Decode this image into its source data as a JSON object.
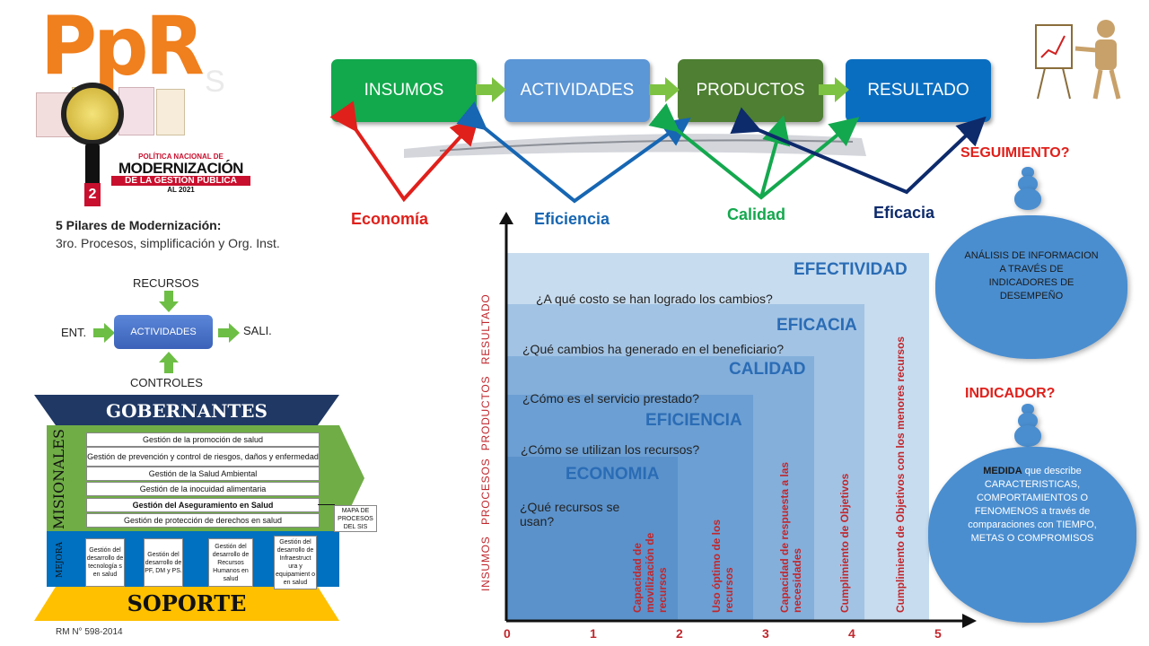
{
  "logo": {
    "text": "PpR",
    "numeral": "2"
  },
  "politica": {
    "line1": "POLÍTICA NACIONAL DE",
    "line2": "MODERNIZACIÓN",
    "line3": "DE LA GESTIÓN PÚBLICA",
    "line4": "AL 2021"
  },
  "pilares": {
    "title": "5 Pilares de Modernización:",
    "subtitle": "3ro. Procesos, simplificación y Org. Inst."
  },
  "process_mini": {
    "top": "RECURSOS",
    "left": "ENT.",
    "center": "ACTIVIDADES",
    "right": "SALI.",
    "bottom": "CONTROLES"
  },
  "org_map": {
    "top": "GOBERNANTES",
    "side_left": "MISIONALES",
    "mejora": "MEJORA",
    "rows": [
      "Gestión de la promoción de salud",
      "Gestión de prevención y control de riesgos, daños y enfermedad",
      "Gestión de la Salud Ambiental",
      "Gestión de la inocuidad alimentaria",
      "Gestión del Aseguramiento en Salud",
      "Gestión de protección de derechos en salud"
    ],
    "support_boxes": [
      "Gestión del desarrollo de tecnología s en salud",
      "Gestión del desarrollo de PF, DM y PS.",
      "Gestión del desarrollo de Recursos Humanos en salud",
      "Gestión del desarrollo de Infraestruct ura y equipamient o en salud"
    ],
    "callout": "MAPA DE PROCESOS DEL SIS",
    "bottom": "SOPORTE",
    "ref": "RM N° 598-2014"
  },
  "chain": {
    "boxes": [
      {
        "label": "INSUMOS",
        "color": "#12a84c"
      },
      {
        "label": "ACTIVIDADES",
        "color": "#5b96d6"
      },
      {
        "label": "PRODUCTOS",
        "color": "#4e7f32"
      },
      {
        "label": "RESULTADO",
        "color": "#0a6ec0"
      }
    ],
    "stray": "S"
  },
  "arrows": {
    "economia": "Economía",
    "eficiencia": "Eficiencia",
    "calidad": "Calidad",
    "eficacia": "Eficacia"
  },
  "staircase": {
    "levels": [
      {
        "name": "EFECTIVIDAD",
        "question": "¿A qué costo se han logrado los cambios?"
      },
      {
        "name": "EFICACIA",
        "question": "¿Qué cambios ha generado en el beneficiario?"
      },
      {
        "name": "CALIDAD",
        "question": "¿Cómo es el servicio prestado?"
      },
      {
        "name": "EFICIENCIA",
        "question": "¿Cómo se utilizan los recursos?"
      },
      {
        "name": "ECONOMIA",
        "question": "¿Qué recursos se usan?"
      }
    ],
    "columns": [
      "Capacidad de movilización de recursos",
      "Uso óptimo de los recursos",
      "Capacidad de respuesta a las necesidades",
      "Cumplimiento de Objetivos",
      "Cumplimiento de Objetivos con los menores recursos"
    ],
    "yaxis": "INSUMOS   PROCESOS  PRODUCTOS   RESULTADO",
    "xticks": [
      "0",
      "1",
      "2",
      "3",
      "4",
      "5"
    ]
  },
  "right": {
    "seguimiento": "SEGUIMIENTO?",
    "cloud1_key": "ANÁLISIS",
    "cloud1_rest": "DE INFORMACION A TRAVÉS DE INDICADORES DE DESEMPEÑO",
    "indicador": "INDICADOR?",
    "cloud2_key": "MEDIDA",
    "cloud2_rest": "que describe CARACTERISTICAS, COMPORTAMIENTOS O FENOMENOS a través de comparaciones con TIEMPO, METAS O COMPROMISOS"
  },
  "colors": {
    "red": "#e0201b",
    "blue": "#1666b3",
    "green": "#14a84e",
    "navy": "#0d2a6b",
    "stair_text": "#2a6cb5"
  }
}
